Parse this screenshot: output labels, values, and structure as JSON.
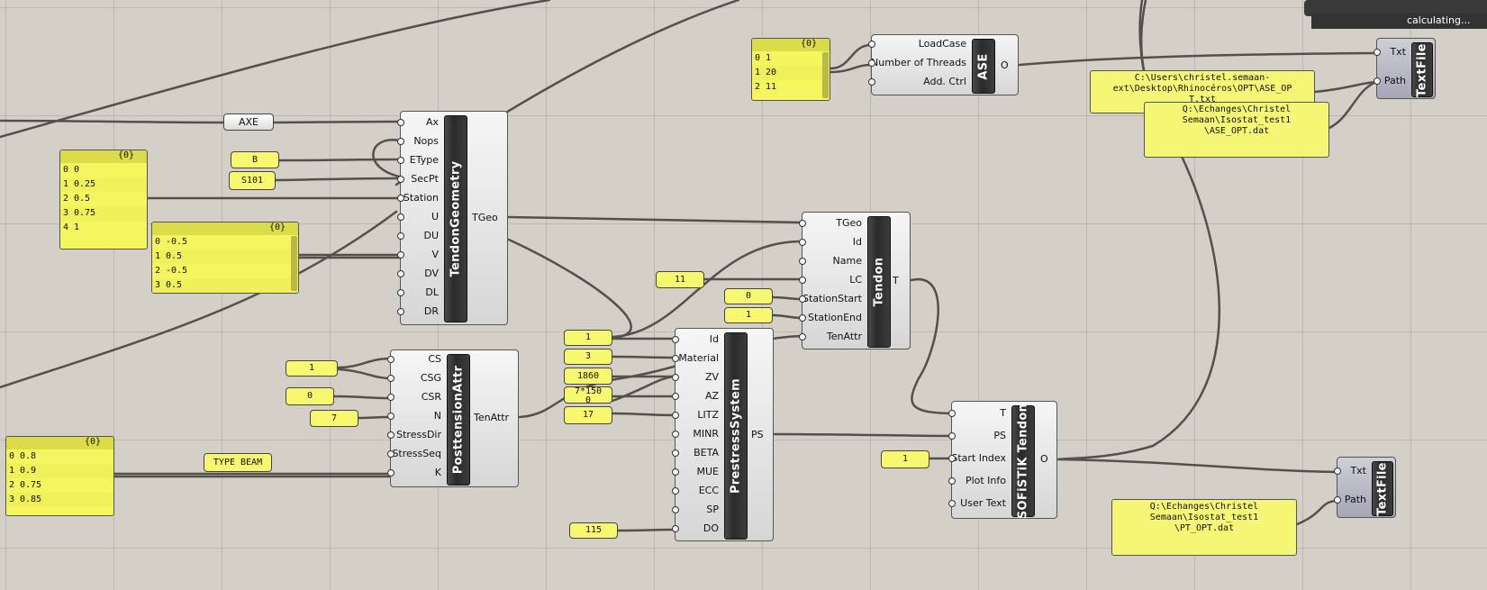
{
  "status": {
    "calculating_label": "calculating..."
  },
  "components": {
    "tendon_geometry": {
      "title": "TendonGeometry",
      "inputs": [
        "Ax",
        "Nops",
        "EType",
        "SecPt",
        "Station",
        "U",
        "DU",
        "V",
        "DV",
        "DL",
        "DR"
      ],
      "outputs": [
        "TGeo"
      ]
    },
    "posttension_attr": {
      "title": "PosttensionAttr",
      "inputs": [
        "CS",
        "CSG",
        "CSR",
        "N",
        "StressDir",
        "StressSeq",
        "K"
      ],
      "outputs": [
        "TenAttr"
      ]
    },
    "prestress_system": {
      "title": "PrestressSystem",
      "inputs": [
        "Id",
        "Material",
        "ZV",
        "AZ",
        "LITZ",
        "MINR",
        "BETA",
        "MUE",
        "ECC",
        "SP",
        "DO"
      ],
      "outputs": [
        "PS"
      ]
    },
    "tendon": {
      "title": "Tendon",
      "inputs": [
        "TGeo",
        "Id",
        "Name",
        "LC",
        "StationStart",
        "StationEnd",
        "TenAttr"
      ],
      "outputs": [
        "T"
      ]
    },
    "ase": {
      "title": "ASE",
      "inputs": [
        "LoadCase",
        "Number of Threads",
        "Add. Ctrl"
      ],
      "outputs": [
        "O"
      ]
    },
    "sofistik_tendon": {
      "title": "SOFiSTiK Tendon",
      "inputs": [
        "T",
        "PS",
        "Start Index",
        "Plot Info",
        "User Text"
      ],
      "outputs": [
        "O"
      ]
    },
    "textfile_top": {
      "title": "TextFile",
      "inputs": [
        "Txt",
        "Path"
      ]
    },
    "textfile_bottom": {
      "title": "TextFile",
      "inputs": [
        "Txt",
        "Path"
      ]
    }
  },
  "params": {
    "axe": "AXE",
    "etype": "B",
    "secpt": "S101",
    "cs": "1",
    "csr": "0",
    "n": "7",
    "k_label": "TYPE BEAM",
    "lc": "11",
    "station_start": "0",
    "station_end": "1",
    "ps_id": "1",
    "ps_material": "3",
    "ps_zv": "1860",
    "ps_az": "7*150",
    "ps_az_wrap": "0",
    "ps_litz": "17",
    "ps_do": "115",
    "start_index": "1"
  },
  "lists": {
    "station": {
      "header": "{0}",
      "items": [
        {
          "i": "0",
          "v": "0"
        },
        {
          "i": "1",
          "v": "0.25"
        },
        {
          "i": "2",
          "v": "0.5"
        },
        {
          "i": "3",
          "v": "0.75"
        },
        {
          "i": "4",
          "v": "1"
        }
      ]
    },
    "v": {
      "header": "{0}",
      "items": [
        {
          "i": "0",
          "v": "-0.5"
        },
        {
          "i": "1",
          "v": "0.5"
        },
        {
          "i": "2",
          "v": "-0.5"
        },
        {
          "i": "3",
          "v": "0.5"
        }
      ]
    },
    "k": {
      "header": "{0}",
      "items": [
        {
          "i": "0",
          "v": "0.8"
        },
        {
          "i": "1",
          "v": "0.9"
        },
        {
          "i": "2",
          "v": "0.75"
        },
        {
          "i": "3",
          "v": "0.85"
        }
      ]
    },
    "ase_loadcase": {
      "header": "{0}",
      "items": [
        {
          "i": "0",
          "v": "1"
        },
        {
          "i": "1",
          "v": "20"
        },
        {
          "i": "2",
          "v": "11"
        }
      ]
    }
  },
  "panels": {
    "ase_path_top": {
      "lines": [
        "C:\\Users\\christel.semaan-",
        "ext\\Desktop\\Rhinocéros\\OPT\\ASE_OP",
        "T.txt"
      ]
    },
    "ase_path_dat": {
      "lines": [
        "Q:\\Echanges\\Christel",
        "Semaan\\Isostat_test1",
        "\\ASE_OPT.dat"
      ]
    },
    "pt_path_dat": {
      "lines": [
        "Q:\\Echanges\\Christel",
        "Semaan\\Isostat_test1",
        "\\PT_OPT.dat"
      ]
    }
  },
  "colors": {
    "canvas": "#d4d0c8",
    "wire": "#555049",
    "panel": "#f5f576",
    "component_bar": "#333333"
  }
}
